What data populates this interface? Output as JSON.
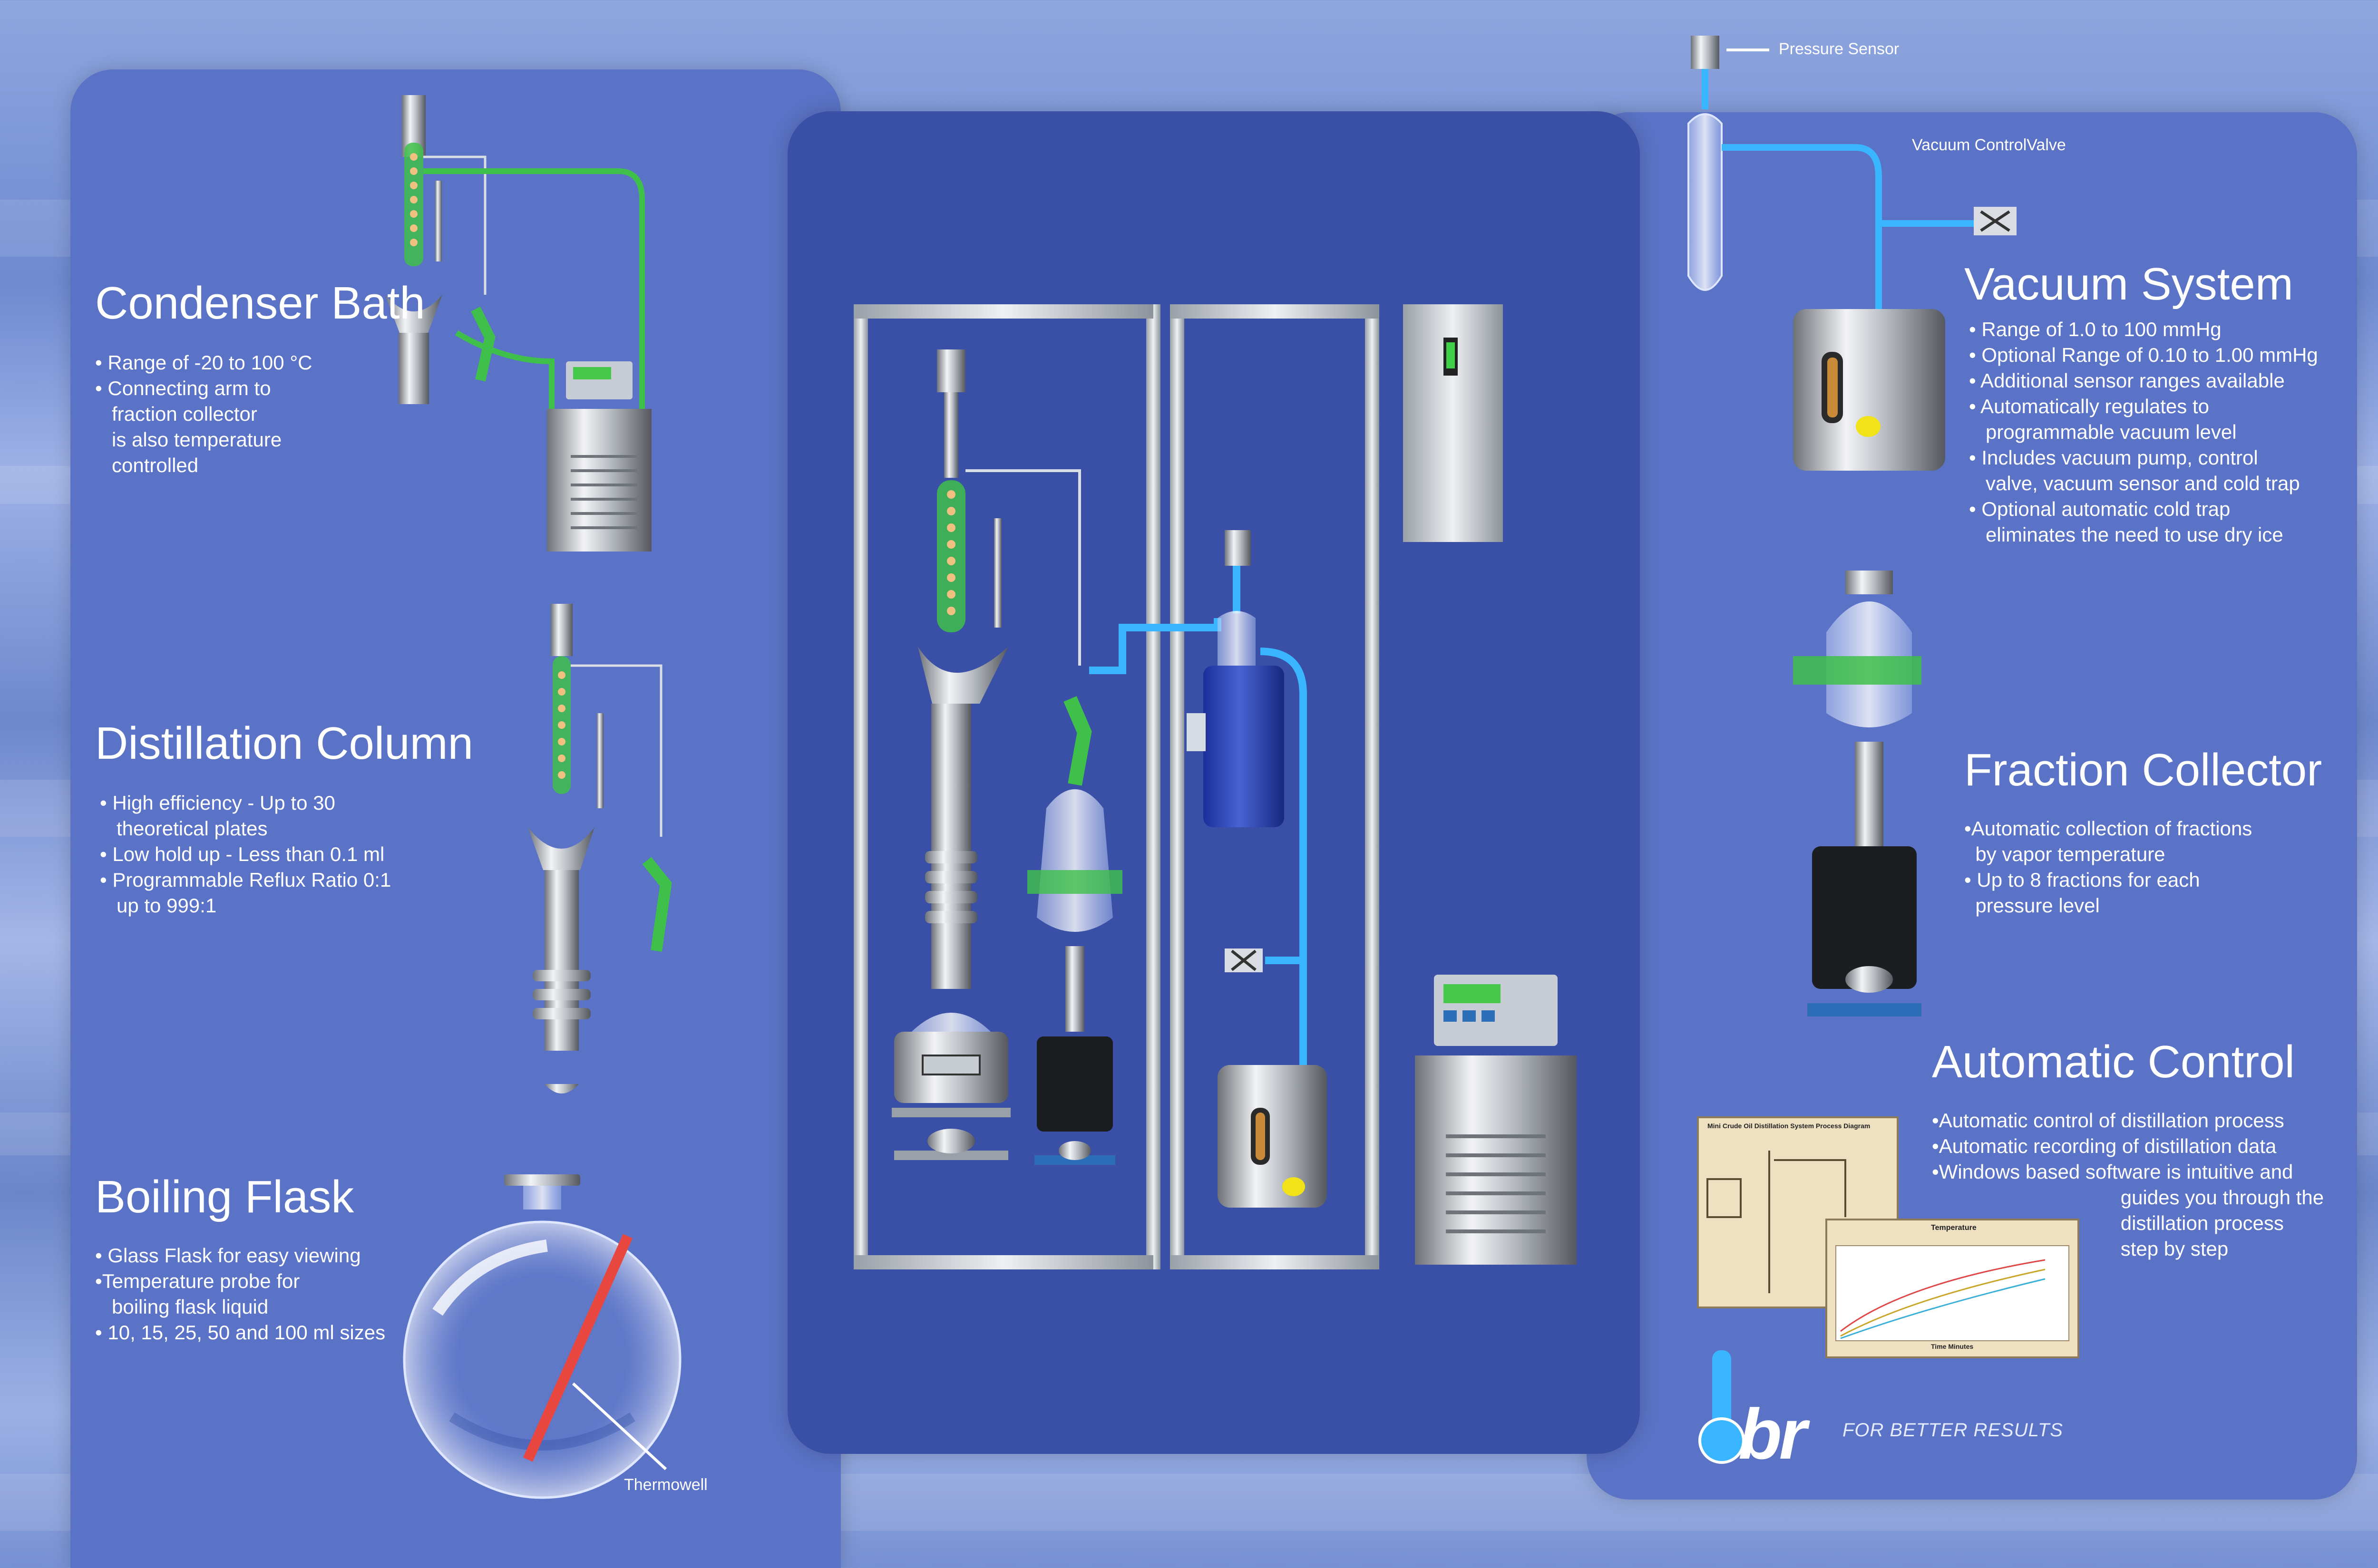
{
  "condenser": {
    "title": "Condenser Bath",
    "bullets": [
      "• Range of -20 to 100 °C",
      "• Connecting arm to",
      "   fraction collector",
      "   is also temperature",
      "   controlled"
    ]
  },
  "column": {
    "title": "Distillation Column",
    "bullets": [
      "• High efficiency - Up to 30",
      "   theoretical plates",
      "• Low hold up - Less than 0.1 ml",
      "• Programmable Reflux Ratio 0:1",
      "   up to 999:1"
    ]
  },
  "flask": {
    "title": "Boiling Flask",
    "bullets": [
      "• Glass Flask for easy viewing",
      "•Temperature probe for",
      "   boiling flask liquid",
      "• 10, 15, 25, 50 and 100 ml sizes"
    ],
    "thermowell_label": "Thermowell"
  },
  "vacuum": {
    "title": "Vacuum System",
    "pressure_sensor_label": "Pressure Sensor",
    "valve_label": "Vacuum ControlValve",
    "bullets": [
      "• Range of 1.0 to 100 mmHg",
      "• Optional Range of 0.10 to 1.00 mmHg",
      "• Additional sensor ranges available",
      "• Automatically regulates to",
      "   programmable vacuum level",
      "• Includes vacuum pump, control",
      "   valve, vacuum sensor and cold trap",
      "• Optional automatic cold trap",
      "   eliminates the need to use dry ice"
    ]
  },
  "fraction": {
    "title": "Fraction Collector",
    "bullets": [
      "•Automatic collection of fractions",
      "  by vapor temperature",
      "• Up to 8 fractions for each",
      "  pressure level"
    ]
  },
  "control": {
    "title": "Automatic Control",
    "bullets": [
      "•Automatic control of distillation process",
      "•Automatic recording of distillation data",
      "•Windows based software is intuitive and",
      "                                  guides you through the",
      "                                  distillation process",
      "                                  step by step"
    ],
    "diagram_title": "Mini Crude Oil Distillation System Process Diagram",
    "chart_title": "Temperature",
    "chart_xlabel": "Time Minutes"
  },
  "brand": {
    "logo_text": "br",
    "tagline": "FOR BETTER RESULTS"
  },
  "colors": {
    "tube_blue": "#39b6ff",
    "tube_green": "#3fc04a",
    "panel": "#5b73c6",
    "center": "#3a4fa6"
  }
}
